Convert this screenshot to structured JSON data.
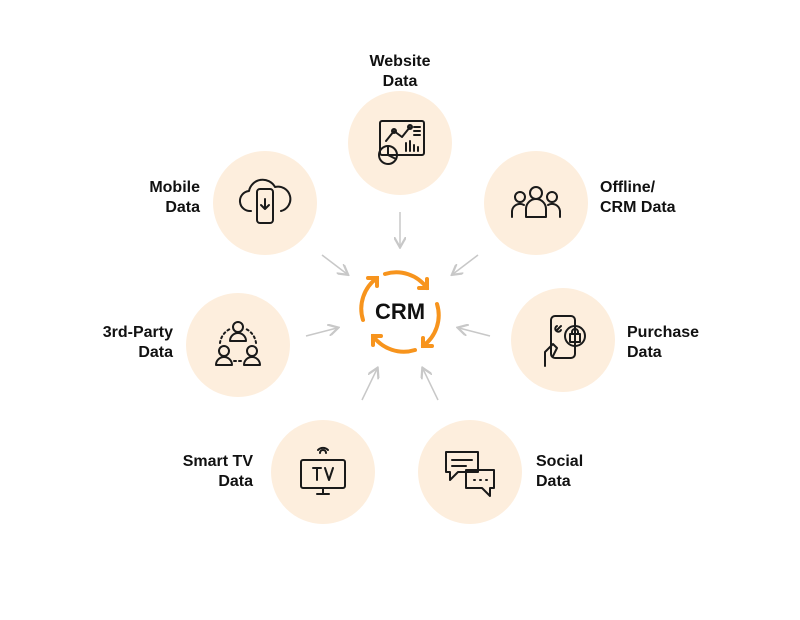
{
  "center": {
    "label": "CRM",
    "icon": "sync-cycle-icon",
    "accent_color": "#f7941d"
  },
  "sources": [
    {
      "line1": "Website",
      "line2": "Data",
      "icon": "dashboard-analytics-icon"
    },
    {
      "line1": "Mobile",
      "line2": "Data",
      "icon": "cloud-phone-icon"
    },
    {
      "line1": "Offline/",
      "line2": "CRM Data",
      "icon": "people-group-icon"
    },
    {
      "line1": "3rd-Party",
      "line2": "Data",
      "icon": "network-people-icon"
    },
    {
      "line1": "Purchase",
      "line2": "Data",
      "icon": "phone-shopping-icon"
    },
    {
      "line1": "Smart TV",
      "line2": "Data",
      "icon": "smart-tv-icon"
    },
    {
      "line1": "Social",
      "line2": "Data",
      "icon": "chat-bubbles-icon"
    }
  ],
  "colors": {
    "circle": "#fdeedd",
    "arrow": "#cccccc",
    "text": "#111111"
  }
}
